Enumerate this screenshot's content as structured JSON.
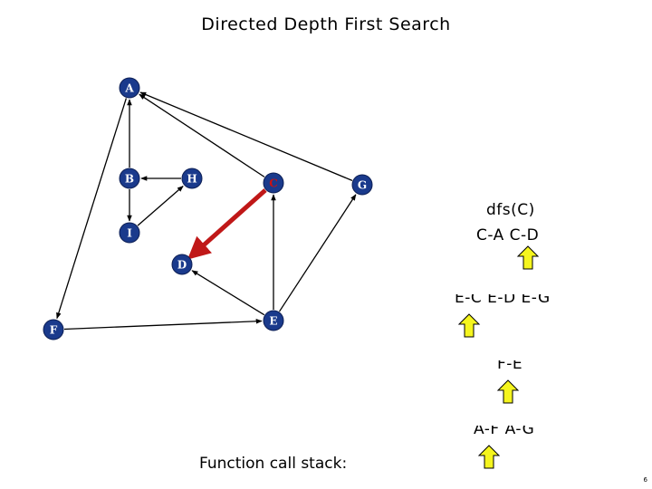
{
  "title": "Directed Depth First Search",
  "callstack_label": "Function call stack:",
  "slide_number": "6",
  "colors": {
    "node_fill": "#1a3a8c",
    "node_stroke": "#0d1f55",
    "highlight_node": "#cc1111",
    "highlight_edge": "#c01818",
    "pointer_arrow": "#f5f51e"
  },
  "graph": {
    "nodes": [
      {
        "id": "A",
        "label": "A",
        "highlight": false
      },
      {
        "id": "B",
        "label": "B",
        "highlight": false
      },
      {
        "id": "H",
        "label": "H",
        "highlight": false
      },
      {
        "id": "C",
        "label": "C",
        "highlight": true
      },
      {
        "id": "G",
        "label": "G",
        "highlight": false
      },
      {
        "id": "I",
        "label": "I",
        "highlight": false
      },
      {
        "id": "D",
        "label": "D",
        "highlight": false
      },
      {
        "id": "F",
        "label": "F",
        "highlight": false
      },
      {
        "id": "E",
        "label": "E",
        "highlight": false
      }
    ],
    "edges": [
      {
        "from": "B",
        "to": "A",
        "highlight": false
      },
      {
        "from": "C",
        "to": "A",
        "highlight": false
      },
      {
        "from": "G",
        "to": "A",
        "highlight": false
      },
      {
        "from": "A",
        "to": "F",
        "highlight": false
      },
      {
        "from": "H",
        "to": "B",
        "highlight": false
      },
      {
        "from": "B",
        "to": "I",
        "highlight": false
      },
      {
        "from": "I",
        "to": "H",
        "highlight": false
      },
      {
        "from": "C",
        "to": "D",
        "highlight": true
      },
      {
        "from": "E",
        "to": "C",
        "highlight": false
      },
      {
        "from": "E",
        "to": "G",
        "highlight": false
      },
      {
        "from": "E",
        "to": "D",
        "highlight": false
      },
      {
        "from": "F",
        "to": "E",
        "highlight": false
      }
    ]
  },
  "call_stack": [
    {
      "header": "dfs(C)",
      "edges": "C-A  C-D",
      "pointer": "C-D",
      "clipped": false
    },
    {
      "header": "",
      "edges": "E-C  E-D  E-G",
      "pointer": "E-C",
      "clipped": true
    },
    {
      "header": "",
      "edges": "F-E",
      "pointer": "F-E",
      "clipped": true
    },
    {
      "header": "",
      "edges": "A-F  A-G",
      "pointer": "A-F",
      "clipped": true
    }
  ]
}
